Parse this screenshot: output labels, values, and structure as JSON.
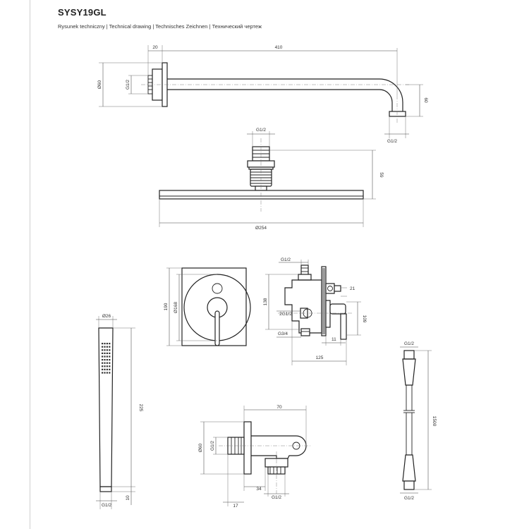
{
  "header": {
    "title": "SYSY19GL",
    "subtitle": "Rysunek techniczny | Technical drawing | Technisches Zeichnen | Технический чертеж"
  },
  "dims": {
    "arm_len": "410",
    "arm_flange": "20",
    "arm_diam": "Ø60",
    "arm_thread": "G1/2",
    "arm_height": "60",
    "arm_outlet": "G1/2",
    "head_thread": "G1/2",
    "head_height": "59",
    "head_diam": "Ø254",
    "plate_h": "190",
    "plate_d": "Ø168",
    "valve_g1": "G1/2",
    "valve_h": "138",
    "valve_2g": "2G1/2",
    "valve_g34": "G3/4",
    "valve_21": "21",
    "valve_109": "109",
    "valve_11": "11",
    "valve_125": "125",
    "hand_d": "Ø26",
    "hand_len": "225",
    "hand_10": "10",
    "hand_g": "G1/2",
    "elbow_70": "70",
    "elbow_d": "Ø60",
    "elbow_g": "G1/2",
    "elbow_34": "34",
    "elbow_17": "17",
    "elbow_g2": "G1/2",
    "hose_g_top": "G1/2",
    "hose_len": "1500",
    "hose_g_bot": "G1/2"
  }
}
